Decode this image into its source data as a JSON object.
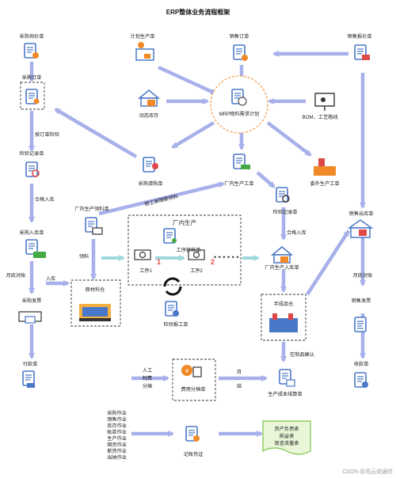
{
  "title": "ERP整体业务流程框架",
  "nodes": {
    "purchase_inquiry": "采购询价单",
    "plan_production": "计划生产单",
    "sales_order": "销售订单",
    "sales_quote": "销售报价单",
    "purchase_order": "采购订单",
    "dynamic_stock": "动态库存",
    "mrp": "MRP物料需求计划",
    "bom": "BOM、工艺路线",
    "inspect_by_order": "按订单检验",
    "inspection_record": "检验记录单",
    "purchase_request": "采购请购单",
    "plant_production_order": "厂内生产工单",
    "outsource_order": "委外生产工单",
    "qualified_in": "合格入库",
    "issue_by_order": "按工单限额领料",
    "inspection_record2": "检验记录单",
    "sales_out": "销售出库单",
    "purchase_in": "采购入库单",
    "plant_pick": "厂内生产领料单",
    "plant_production": "厂内生产",
    "transfer": "工序转移单",
    "process1": "工序1",
    "process2": "工序2",
    "qualified_in2": "合格入库",
    "plant_production_in": "厂内生产入库单",
    "month_end_check": "月底对账",
    "material": "领料",
    "into_stock": "入库",
    "raw_material": "原材料仓",
    "semi_finished": "半成品仓",
    "month_end_check2": "月底对账",
    "purchase_invoice": "采购发票",
    "inspection_report": "检验报工单",
    "sales_invoice": "销售发票",
    "wip_confirm": "在制品确认",
    "payment": "付款单",
    "labor": "人工",
    "manufacturing": "制费",
    "allocate": "分摊",
    "cost_alloc": "费用分摊单",
    "month": "月",
    "settle": "结",
    "cost_settle": "生产成本结算单",
    "receipt": "收款单",
    "ops": [
      "采购作业",
      "销售作业",
      "库存作业",
      "账款作业",
      "生产作业",
      "固资作业",
      "薪资作业",
      "出纳作业"
    ],
    "voucher": "记账凭证",
    "reports": [
      "资产负债表",
      "损益表",
      "现金流量表"
    ],
    "footer": "CSDN @风云说通信"
  },
  "colors": {
    "arrow": "#a7b0ea",
    "arrow_teal": "#9fd8dc",
    "icon": "#4a78c8",
    "orange": "#f08a28",
    "red": "#e04848",
    "green": "#44aa44",
    "report_fill": "#e9f6d8",
    "report_border": "#7fc24a",
    "mrp_circle": "#f5a35a"
  }
}
